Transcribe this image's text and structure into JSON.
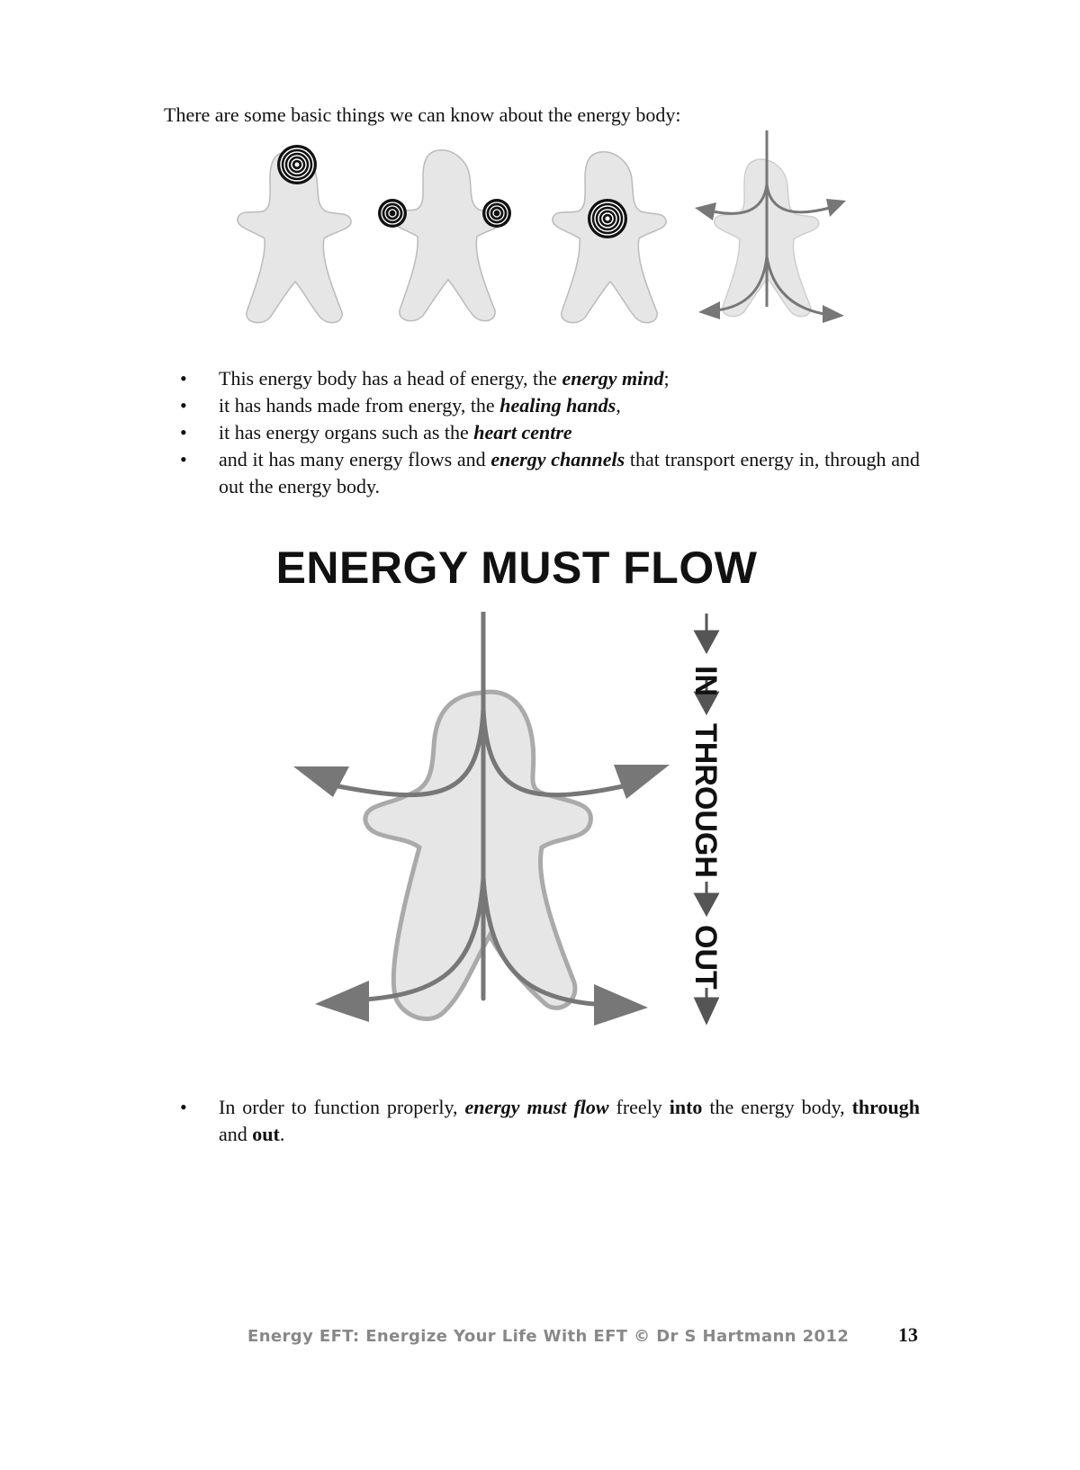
{
  "intro": "There are some basic things we can know about the energy body:",
  "bullets_top": [
    {
      "pre": "This energy body has a head of energy, the ",
      "em": "energy mind",
      "post": ";"
    },
    {
      "pre": "it has hands made from energy, the ",
      "em": "healing hands",
      "post": ","
    },
    {
      "pre": "it has energy organs such as the ",
      "em": "heart centre",
      "post": ""
    },
    {
      "pre": "and it has many energy flows and ",
      "em": "energy channels",
      "post": " that transport energy in, through and out the energy body."
    }
  ],
  "flow": {
    "title": "ENERGY MUST FLOW",
    "labels": {
      "in": "IN",
      "through": "THROUGH",
      "out": "OUT"
    }
  },
  "bullet_bottom": {
    "pre": "In order to function properly, ",
    "em": "energy must flow",
    "mid1": " freely ",
    "b1": "into",
    "mid2": " the energy body, ",
    "b2": "through",
    "mid3": " and ",
    "b3": "out",
    "post": "."
  },
  "footer": {
    "text": "Energy EFT: Energize Your Life With EFT © Dr S Hartmann 2012",
    "page": "13"
  },
  "colors": {
    "body_fill": "#e6e6e6",
    "flow_gray": "#777777",
    "outline_gray": "#aaaaaa"
  }
}
